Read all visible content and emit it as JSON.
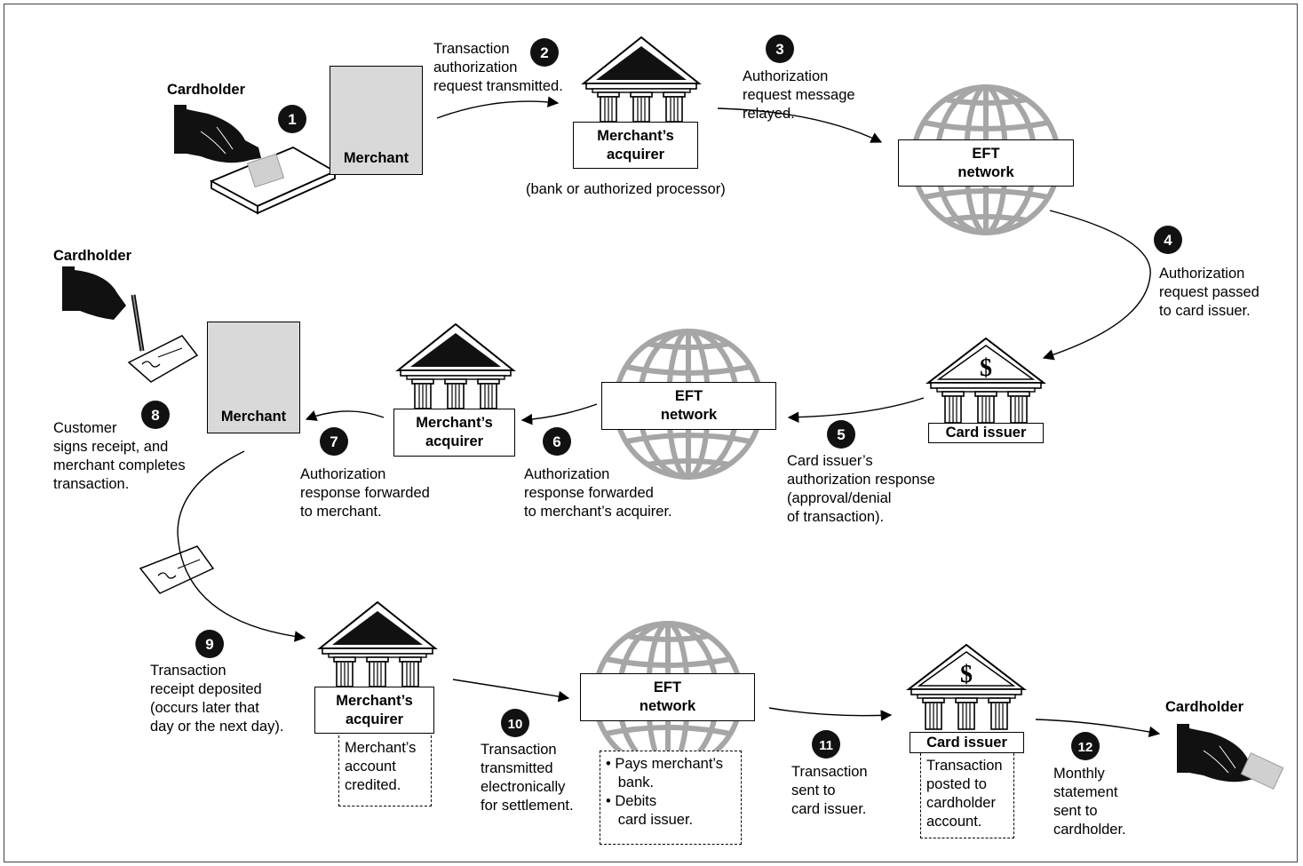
{
  "labels": {
    "cardholder": "Cardholder",
    "merchant": "Merchant",
    "merchants_acquirer": "Merchant’s\nacquirer",
    "eft_network": "EFT\nnetwork",
    "card_issuer": "Card issuer",
    "acquirer_note": "(bank or authorized processor)"
  },
  "steps": [
    {
      "num": "1",
      "text": ""
    },
    {
      "num": "2",
      "text": "Transaction\nauthorization\nrequest transmitted."
    },
    {
      "num": "3",
      "text": "Authorization\nrequest message\nrelayed."
    },
    {
      "num": "4",
      "text": "Authorization\nrequest passed\nto card issuer."
    },
    {
      "num": "5",
      "text": "Card issuer’s\nauthorization response\n(approval/denial\nof transaction)."
    },
    {
      "num": "6",
      "text": "Authorization\nresponse forwarded\nto merchant’s acquirer."
    },
    {
      "num": "7",
      "text": "Authorization\nresponse forwarded\nto merchant."
    },
    {
      "num": "8",
      "text": "Customer\nsigns receipt, and\nmerchant completes\ntransaction."
    },
    {
      "num": "9",
      "text": "Transaction\nreceipt deposited\n(occurs later that\nday or the next day)."
    },
    {
      "num": "10",
      "text": "Transaction\ntransmitted\nelectronically\nfor settlement."
    },
    {
      "num": "11",
      "text": "Transaction\nsent to\ncard issuer."
    },
    {
      "num": "12",
      "text": "Monthly\nstatement\nsent to\ncardholder."
    }
  ],
  "notes": {
    "acquirer_credit": "Merchant’s\naccount\ncredited.",
    "network_settle": "• Pays merchant’s\n   bank.\n• Debits\n   card issuer.",
    "issuer_post": "Transaction\nposted to\ncardholder\naccount."
  }
}
